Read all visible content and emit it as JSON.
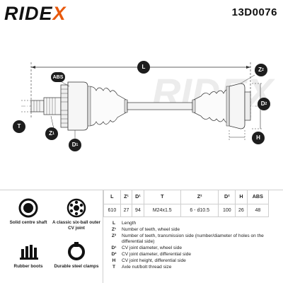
{
  "header": {
    "brand_main": "RIDE",
    "brand_x": "X",
    "part_number": "13D0076"
  },
  "drawing": {
    "watermark": "RIDEX",
    "labels": {
      "L": "L",
      "Z1": "Z",
      "Z1_sup": "1",
      "Z2": "Z",
      "Z2_sup": "2",
      "D1": "D",
      "D1_sup": "1",
      "D2": "D",
      "D2_sup": "2",
      "T": "T",
      "H": "H",
      "ABS": "ABS"
    }
  },
  "features": [
    {
      "icon": "solid-shaft-icon",
      "caption": "Solid centre shaft"
    },
    {
      "icon": "six-ball-cv-joint-icon",
      "caption": "A classic six-ball outer CV joint"
    },
    {
      "icon": "rubber-boot-icon",
      "caption": "Rubber boots"
    },
    {
      "icon": "steel-clamp-icon",
      "caption": "Durable steel clamps"
    }
  ],
  "spec_table": {
    "headers": [
      "L",
      "Z¹",
      "D¹",
      "T",
      "Z²",
      "D²",
      "H",
      "ABS"
    ],
    "values": [
      "610",
      "27",
      "94",
      "M24x1.5",
      "6 - d10.5",
      "100",
      "26",
      "48"
    ]
  },
  "legend": [
    {
      "key": "L",
      "text": "Length"
    },
    {
      "key": "Z¹",
      "text": "Number of teeth, wheel side"
    },
    {
      "key": "Z²",
      "text": "Number of teeth, transmission side (number/diameter of holes on the differential side)"
    },
    {
      "key": "D¹",
      "text": "CV joint diameter, wheel side"
    },
    {
      "key": "D²",
      "text": "CV joint diameter, differential side"
    },
    {
      "key": "H",
      "text": "CV joint height, differential side"
    },
    {
      "key": "T",
      "text": "Axle nut/bolt thread size"
    }
  ]
}
